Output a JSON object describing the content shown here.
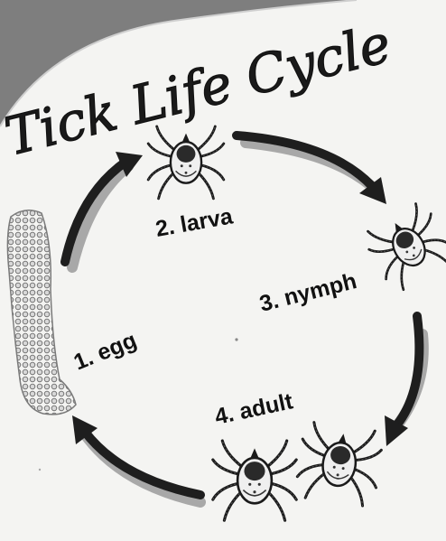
{
  "title": "Tick Life Cycle",
  "stages": [
    {
      "number": "1.",
      "name": "egg",
      "label": "1. egg"
    },
    {
      "number": "2.",
      "name": "larva",
      "label": "2. larva"
    },
    {
      "number": "3.",
      "name": "nymph",
      "label": "3. nymph"
    },
    {
      "number": "4.",
      "name": "adult",
      "label": "4. adult"
    }
  ],
  "colors": {
    "background": "#7e7e7e",
    "paper": "#f4f4f2",
    "arrow": "#1e1e1e",
    "arrow_shadow": "#9a9a9a",
    "ink": "#111111"
  },
  "icons": [
    "egg-mass-icon",
    "larva-tick-icon",
    "nymph-tick-icon",
    "adult-tick-icon",
    "adult-tick-icon-2"
  ]
}
